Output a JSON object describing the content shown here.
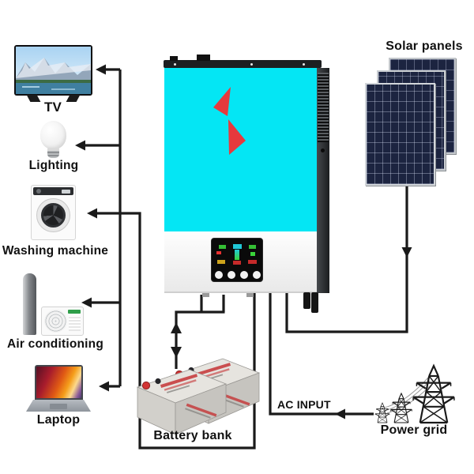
{
  "devices": {
    "tv": {
      "label": "TV"
    },
    "lighting": {
      "label": "Lighting"
    },
    "washing_machine": {
      "label": "Washing machine"
    },
    "air_conditioning": {
      "label": "Air conditioning"
    },
    "laptop": {
      "label": "Laptop"
    }
  },
  "battery": {
    "label": "Battery bank"
  },
  "solar_panels": {
    "label": "Solar panels",
    "count": 3
  },
  "power_grid": {
    "label": "Power grid"
  },
  "connections": {
    "ac_input_label": "AC INPUT"
  },
  "colors": {
    "inverter_front": "#04e6f4",
    "inverter_logo": "#e6393d",
    "wire": "#1a1a1a",
    "solar_cell": "#1c2440"
  }
}
